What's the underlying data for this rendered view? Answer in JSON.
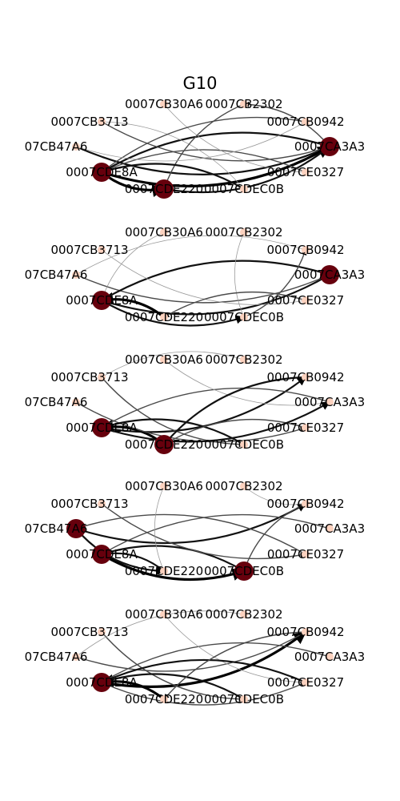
{
  "title": "G10",
  "colors": {
    "dark_node": "#67000d",
    "light_node": "#fcd2bf",
    "edge_dark": "#000000",
    "edge_mid": "#555555",
    "edge_light": "#aaaaaa"
  },
  "node_ids": [
    "0007CB30A6",
    "0007CB2302",
    "0007CB0942",
    "0007CA3A3",
    "0007CE0327",
    "0007CDEC0B",
    "0007CDE220",
    "0007CDE8A",
    "07CB47A6",
    "0007CB3713"
  ],
  "panels": [
    {
      "label_text": {
        "0007CB30A6": "0007CB30A6",
        "0007CB2302": "0007CB2302",
        "0007CB0942": "0007CB0942",
        "0007CA3A3": "0007CA3A3",
        "0007CE0327": "0007CE0327",
        "0007CDEC0B": "0007CDEC0B",
        "0007CDE220": "0007CDE220",
        "0007CDE8A": "0007CDE8A",
        "07CB47A6": "07CB47A6",
        "0007CB3713": "0007CB3713"
      },
      "dark_nodes": [
        "0007CA3A3",
        "0007CDE8A",
        "0007CDE220"
      ],
      "edges": [
        [
          "07CB47A6",
          "0007CA3A3",
          3
        ],
        [
          "0007CDE8A",
          "0007CA3A3",
          4
        ],
        [
          "0007CDE220",
          "0007CA3A3",
          3
        ],
        [
          "0007CA3A3",
          "0007CDE8A",
          3
        ],
        [
          "0007CB3713",
          "0007CA3A3",
          2
        ],
        [
          "0007CE0327",
          "0007CDE8A",
          2
        ],
        [
          "0007CDEC0B",
          "0007CB3713",
          1
        ],
        [
          "0007CB30A6",
          "0007CE0327",
          1
        ],
        [
          "0007CB2302",
          "0007CDE220",
          2
        ],
        [
          "0007CB0942",
          "0007CDE8A",
          2
        ],
        [
          "0007CDE8A",
          "0007CDE220",
          4
        ],
        [
          "0007CDEC0B",
          "0007CDE8A",
          3
        ],
        [
          "0007CA3A3",
          "0007CB2302",
          2
        ],
        [
          "07CB47A6",
          "0007CB0942",
          1
        ]
      ]
    },
    {
      "label_text": {
        "0007CB30A6": "0007CB30A6",
        "0007CB2302": "0007CB2302",
        "0007CB0942": "0007CB0942",
        "0007CA3A3": "0007CA3A3",
        "0007CE0327": "0007CE0327",
        "0007CDEC0B": "0007CDEC0B",
        "0007CDE220": "0007CDE220",
        "0007CDE8A": "0007CDE8A",
        "07CB47A6": "07CB47A6",
        "0007CB3713": "0007CB3713"
      },
      "dark_nodes": [
        "0007CA3A3",
        "0007CDE8A"
      ],
      "edges": [
        [
          "0007CDE8A",
          "0007CA3A3",
          3
        ],
        [
          "07CB47A6",
          "0007CA3A3",
          2
        ],
        [
          "0007CDE220",
          "0007CDE8A",
          4
        ],
        [
          "0007CA3A3",
          "0007CDE8A",
          3
        ],
        [
          "0007CB3713",
          "0007CE0327",
          1
        ],
        [
          "0007CDEC0B",
          "0007CB0942",
          2
        ],
        [
          "0007CB30A6",
          "0007CDE8A",
          1
        ],
        [
          "0007CB2302",
          "0007CDEC0B",
          1
        ],
        [
          "0007CE0327",
          "0007CDE220",
          2
        ],
        [
          "0007CDE8A",
          "0007CDEC0B",
          3
        ],
        [
          "0007CB0942",
          "07CB47A6",
          1
        ]
      ]
    },
    {
      "label_text": {
        "0007CB30A6": "0007CB30A6",
        "0007CB2302": "0007CB2302",
        "0007CB0942": "0007CB0942",
        "0007CA3A3": "0007CA3A3",
        "0007CE0327": "0007CE0327",
        "0007CDEC0B": "0007CDEC0B",
        "0007CDE220": "0007CDE220",
        "0007CDE8A": "0007CDE8A",
        "07CB47A6": "07CB47A6",
        "0007CB3713": "0007CB3713"
      },
      "dark_nodes": [
        "0007CDE8A",
        "0007CDE220"
      ],
      "edges": [
        [
          "0007CDE8A",
          "0007CB0942",
          3
        ],
        [
          "0007CDE220",
          "0007CDE8A",
          4
        ],
        [
          "07CB47A6",
          "0007CE0327",
          2
        ],
        [
          "0007CB3713",
          "0007CDEC0B",
          2
        ],
        [
          "0007CA3A3",
          "0007CDE8A",
          2
        ],
        [
          "0007CDEC0B",
          "0007CDE8A",
          3
        ],
        [
          "0007CB30A6",
          "0007CA3A3",
          1
        ],
        [
          "0007CB2302",
          "0007CB3713",
          1
        ],
        [
          "0007CE0327",
          "0007CDE220",
          2
        ],
        [
          "0007CB0942",
          "0007CDE220",
          3
        ],
        [
          "0007CDE8A",
          "0007CA3A3",
          3
        ]
      ]
    },
    {
      "label_text": {
        "0007CB30A6": "0007CB30A6",
        "0007CB2302": "0007CB2302",
        "0007CB0942": "0007CB0942",
        "0007CA3A3": "0007CA3A3",
        "0007CE0327": "0007CE0327",
        "0007CDEC0B": "0007CDEC0B",
        "0007CDE220": "0007CDE220",
        "0007CDE8A": "0007CDE8A",
        "07CB47A6": "07CB47A6",
        "0007CB3713": "0007CB3713"
      },
      "dark_nodes": [
        "07CB47A6",
        "0007CDE8A",
        "0007CDEC0B"
      ],
      "edges": [
        [
          "07CB47A6",
          "0007CB0942",
          3
        ],
        [
          "0007CDE8A",
          "0007CDEC0B",
          4
        ],
        [
          "0007CDEC0B",
          "0007CDE8A",
          3
        ],
        [
          "0007CB3713",
          "0007CE0327",
          2
        ],
        [
          "0007CA3A3",
          "0007CDE8A",
          2
        ],
        [
          "0007CE0327",
          "07CB47A6",
          2
        ],
        [
          "0007CB30A6",
          "0007CDE220",
          1
        ],
        [
          "0007CB2302",
          "0007CB0942",
          1
        ],
        [
          "0007CDE220",
          "0007CDE8A",
          3
        ],
        [
          "0007CB0942",
          "0007CDEC0B",
          2
        ],
        [
          "07CB47A6",
          "0007CDE220",
          3
        ]
      ]
    },
    {
      "label_text": {
        "0007CB30A6": "0007CB30A6",
        "0007CB2302": "0007CB2302",
        "0007CB0942": "0007CB0942",
        "0007CA3A3": "0007CA3A3",
        "0007CE0327": "0007CE0327",
        "0007CDEC0B": "0007CDEC0B",
        "0007CDE220": "0007CDE220",
        "0007CDE8A": "0007CDE8A",
        "07CB47A6": "07CB47A6",
        "0007CB3713": "0007CB3713"
      },
      "dark_nodes": [
        "0007CDE8A"
      ],
      "edges": [
        [
          "0007CDE8A",
          "0007CB0942",
          4
        ],
        [
          "0007CDE220",
          "0007CDE8A",
          4
        ],
        [
          "07CB47A6",
          "0007CB0942",
          2
        ],
        [
          "0007CB3713",
          "0007CDEC0B",
          2
        ],
        [
          "0007CA3A3",
          "0007CDE8A",
          2
        ],
        [
          "0007CDEC0B",
          "0007CDE8A",
          3
        ],
        [
          "0007CB30A6",
          "0007CE0327",
          1
        ],
        [
          "0007CB2302",
          "07CB47A6",
          1
        ],
        [
          "0007CE0327",
          "0007CDE8A",
          3
        ],
        [
          "0007CB0942",
          "0007CDE220",
          2
        ],
        [
          "0007CDE8A",
          "0007CE0327",
          2
        ]
      ]
    }
  ]
}
